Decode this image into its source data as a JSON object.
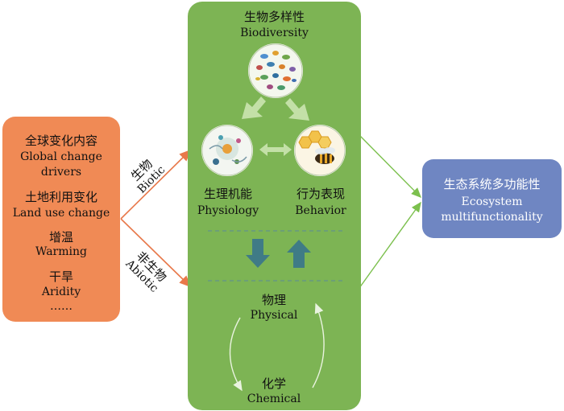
{
  "drivers": {
    "title_zh": "全球变化内容",
    "title_en": "Global change",
    "title_en2": "drivers",
    "items": [
      {
        "zh": "土地利用变化",
        "en": "Land use change"
      },
      {
        "zh": "增温",
        "en": "Warming"
      },
      {
        "zh": "干旱",
        "en": "Aridity"
      }
    ],
    "ellipsis": "……"
  },
  "pathways": {
    "biotic_zh": "生物",
    "biotic_en": "Biotic",
    "abiotic_zh": "非生物",
    "abiotic_en": "Abiotic"
  },
  "center": {
    "biodiversity_zh": "生物多样性",
    "biodiversity_en": "Biodiversity",
    "physiology_zh": "生理机能",
    "physiology_en": "Physiology",
    "behavior_zh": "行为表现",
    "behavior_en": "Behavior",
    "physical_zh": "物理",
    "physical_en": "Physical",
    "chemical_zh": "化学",
    "chemical_en": "Chemical"
  },
  "outcome": {
    "zh": "生态系统多功能性",
    "en": "Ecosystem",
    "en2": "multifunctionality"
  },
  "colors": {
    "drivers_box": "#f08a55",
    "center_box": "#7db454",
    "outcome_box": "#6f86c2",
    "arrow_orange": "#e8784a",
    "arrow_green": "#7cc04e",
    "updown_arrow": "#3f7b86",
    "double_arrow": "#c3e0a7"
  }
}
